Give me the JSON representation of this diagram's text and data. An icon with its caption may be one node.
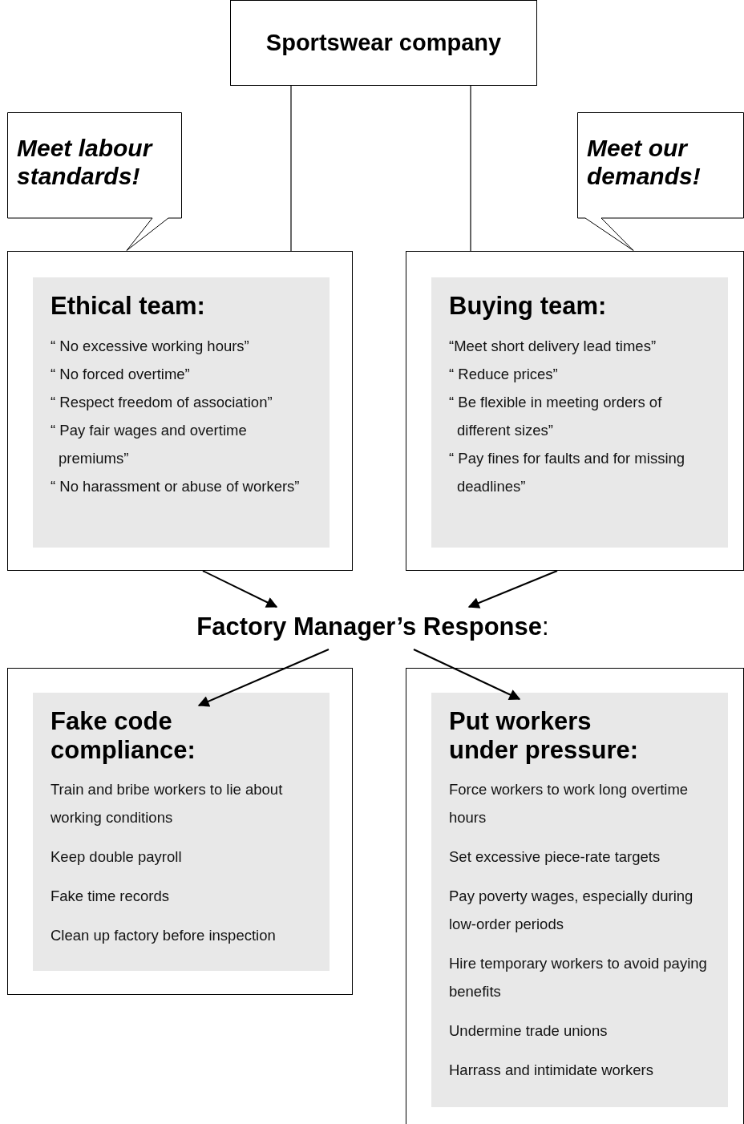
{
  "diagram": {
    "nodes": [
      {
        "text": [
          "Sportswear company"
        ]
      },
      {
        "text": [
          "Meet labour standards!"
        ]
      },
      {
        "text": [],
        "shape": "box"
      },
      {
        "text": [
          "Ethical team:",
          "“ No excessive working hours”",
          "“ No forced overtime”",
          "“ Respect freedom of association”",
          "“ Pay fair wages and overtime premiums”",
          "“ No harassment or abuse of workers”"
        ],
        "in": 2
      },
      {
        "text": [
          "Meet our demands!"
        ]
      },
      {
        "text": [],
        "shape": "box"
      },
      {
        "text": [
          "Buying team:",
          "“Meet short delivery lead times”",
          "“ Reduce prices”",
          "“ Be flexible in meeting orders of different sizes”",
          "“ Pay fines for faults and for missing deadlines”"
        ],
        "in": 5
      },
      {
        "text": [
          "**Factory Manager’s Response**:"
        ]
      },
      {
        "text": [],
        "shape": "box"
      },
      {
        "text": [
          "Fake code compliance:",
          "Train and bribe workers to lie about working conditions",
          "Keep double payroll",
          "Fake time records",
          "Clean up factory before inspection"
        ],
        "in": 8
      },
      {
        "text": [],
        "shape": "box"
      },
      {
        "text": [
          "Put workers under pressure:",
          "Force workers to work long overtime hours",
          "Set excessive piece-rate targets",
          "Pay poverty wages, especially during low-order periods",
          "Hire temporary workers to avoid paying benefits",
          "Undermine trade unions",
          "Harrass and intimidate workers"
        ],
        "in": 10
      }
    ],
    "edges": [
      {
        "from": 0,
        "to": 2,
        "arrow": "none"
      },
      {
        "from": 0,
        "to": 5,
        "arrow": "none"
      },
      {
        "from": 2,
        "to": 7,
        "arrow": "to"
      },
      {
        "from": 5,
        "to": 7,
        "arrow": "to"
      },
      {
        "from": 7,
        "to": 9,
        "arrow": "to"
      },
      {
        "from": 7,
        "to": 11,
        "arrow": "to"
      }
    ]
  }
}
